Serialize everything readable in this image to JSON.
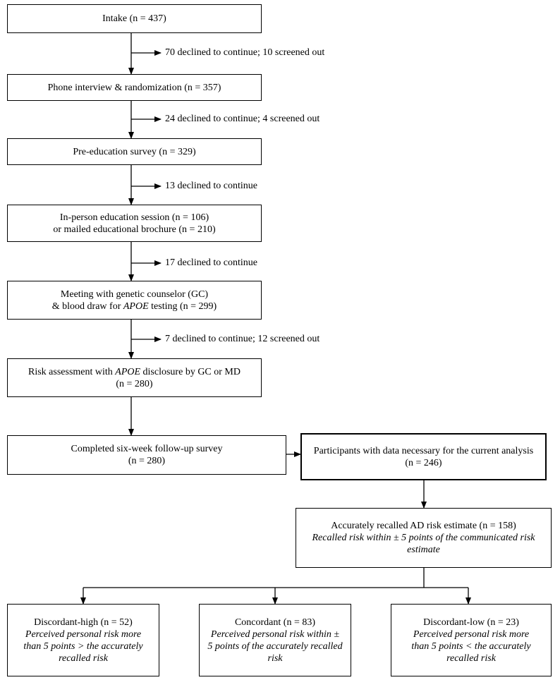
{
  "flow": {
    "intake": "Intake (n = 437)",
    "intake_exit": "70 declined to continue; 10 screened out",
    "phone": "Phone interview & randomization (n = 357)",
    "phone_exit": "24 declined to continue; 4 screened out",
    "pre_edu": "Pre-education survey (n = 329)",
    "pre_edu_exit": "13 declined to continue",
    "education_line1": "In-person education session (n = 106)",
    "education_line2": "or mailed educational brochure (n = 210)",
    "education_exit": "17 declined to continue",
    "gc_line1": "Meeting with genetic counselor (GC)",
    "gc_line2_pre": "& blood draw for ",
    "gc_line2_gene": "APOE",
    "gc_line2_post": " testing (n = 299)",
    "gc_exit": "7 declined to continue; 12 screened out",
    "risk_line1_pre": "Risk assessment with ",
    "risk_line1_gene": "APOE",
    "risk_line1_post": " disclosure by GC or MD",
    "risk_line2": "(n = 280)",
    "followup_line1": "Completed six-week follow-up survey",
    "followup_line2": "(n = 280)",
    "analysis_line1": "Participants with data necessary for the current analysis",
    "analysis_line2": "(n = 246)",
    "recalled_line1": "Accurately recalled AD risk estimate (n = 158)",
    "recalled_line2": "Recalled risk within ± 5 points of the communicated risk",
    "recalled_line3": "estimate",
    "high_title": "Discordant-high (n = 52)",
    "high_desc1": "Perceived personal risk more",
    "high_desc2": "than 5 points > the accurately",
    "high_desc3": "recalled risk",
    "conc_title": "Concordant (n = 83)",
    "conc_desc1": "Perceived personal risk within ±",
    "conc_desc2": "5 points of the accurately recalled",
    "conc_desc3": "risk",
    "low_title": "Discordant-low (n = 23)",
    "low_desc1": "Perceived personal risk more",
    "low_desc2": "than 5 points < the accurately",
    "low_desc3": "recalled risk"
  }
}
